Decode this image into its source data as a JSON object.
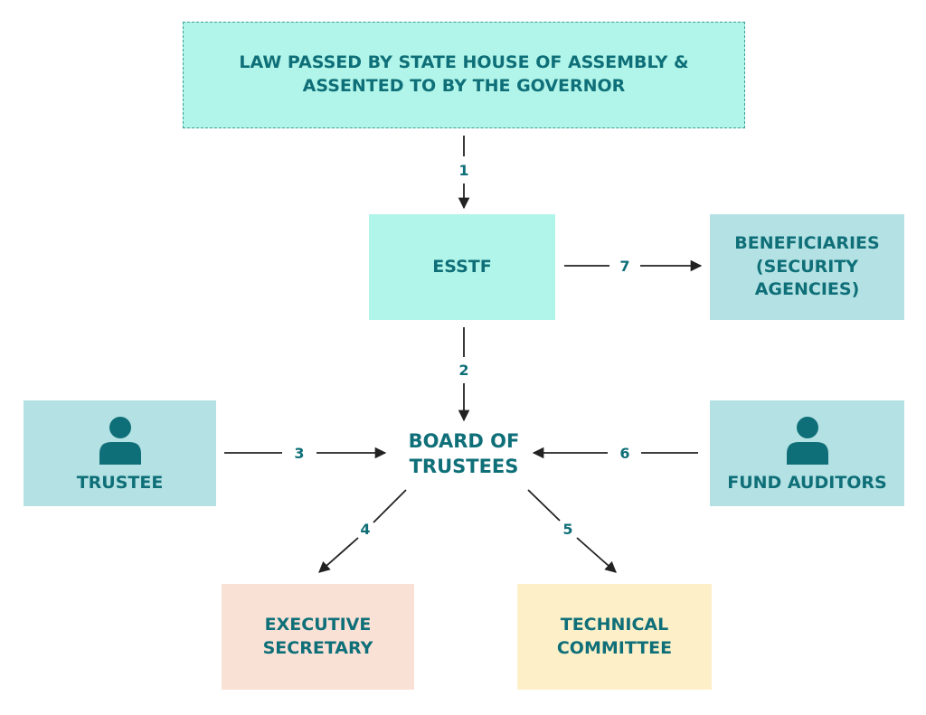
{
  "nodes": {
    "law": {
      "line1": "LAW PASSED BY STATE HOUSE OF ASSEMBLY &",
      "line2": "ASSENTED TO BY THE GOVERNOR"
    },
    "esstf": {
      "label": "ESSTF"
    },
    "beneficiaries": {
      "line1": "BENEFICIARIES",
      "line2": "(SECURITY",
      "line3": "AGENCIES)"
    },
    "trustee": {
      "label": "TRUSTEE",
      "icon": "person-icon"
    },
    "board": {
      "line1": "BOARD OF",
      "line2": "TRUSTEES"
    },
    "auditors": {
      "label": "FUND AUDITORS",
      "icon": "person-icon"
    },
    "exec": {
      "line1": "EXECUTIVE",
      "line2": "SECRETARY"
    },
    "tech": {
      "line1": "TECHNICAL",
      "line2": "COMMITTEE"
    }
  },
  "edges": [
    {
      "label": "1",
      "from": "law",
      "to": "esstf"
    },
    {
      "label": "2",
      "from": "esstf",
      "to": "board"
    },
    {
      "label": "3",
      "from": "trustee",
      "to": "board"
    },
    {
      "label": "4",
      "from": "board",
      "to": "exec"
    },
    {
      "label": "5",
      "from": "board",
      "to": "tech"
    },
    {
      "label": "6",
      "from": "auditors",
      "to": "board"
    },
    {
      "label": "7",
      "from": "esstf",
      "to": "beneficiaries"
    }
  ],
  "colors": {
    "text": "#0f6f78",
    "mint": "#b1f5ea",
    "teal_light": "#b4e2e4",
    "peach": "#f9e1d6",
    "cream": "#fdf0c9",
    "icon": "#0f6f78",
    "arrow": "#222222"
  }
}
